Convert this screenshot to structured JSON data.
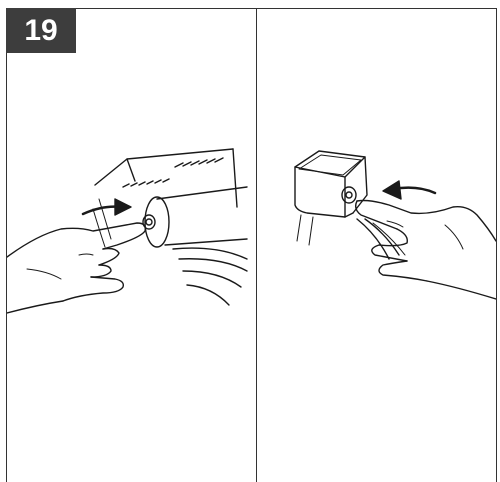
{
  "step": {
    "number": "19"
  },
  "panels": [
    {
      "name": "left-panel",
      "icon": "press-button-on-cylinder-icon"
    },
    {
      "name": "right-panel",
      "icon": "press-button-on-box-icon"
    }
  ],
  "colors": {
    "badge": "#3d3d3d",
    "line": "#1a1a1a",
    "border": "#333333"
  }
}
